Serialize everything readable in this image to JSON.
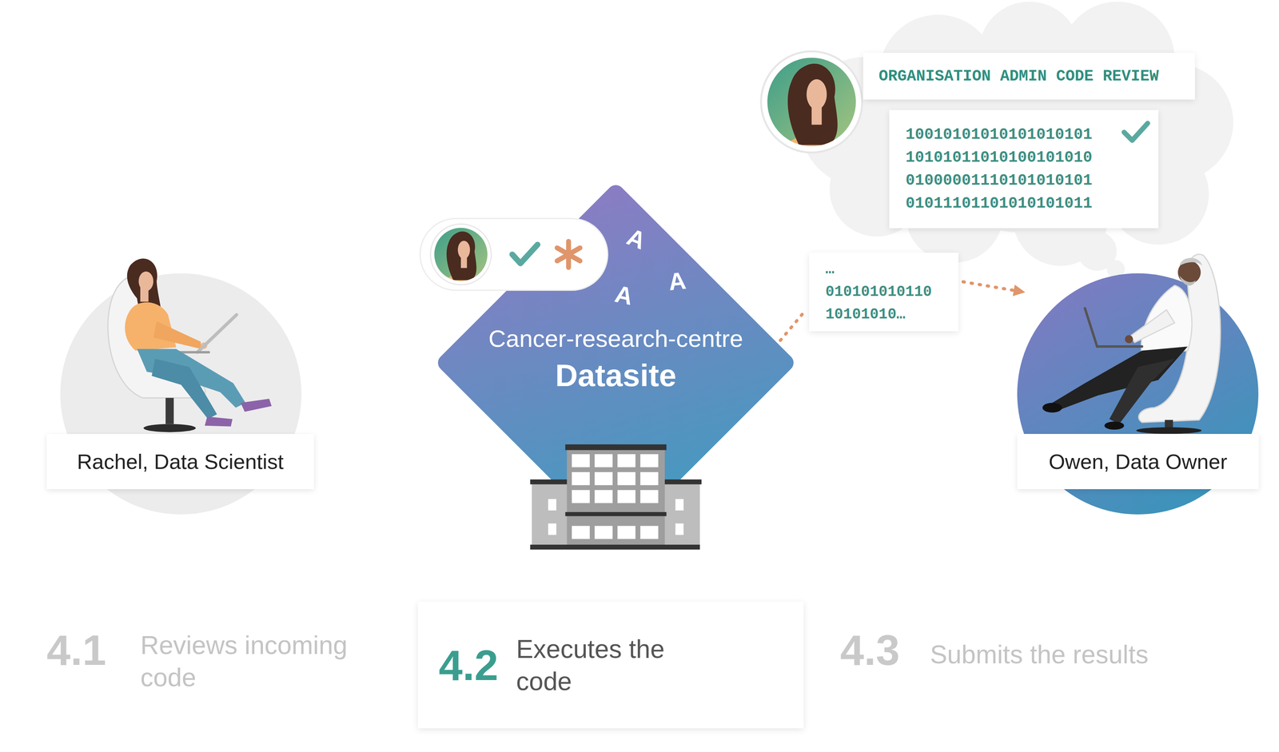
{
  "diagram": {
    "nodes": [
      {
        "text": [
          "Rachel, Data Scientist"
        ]
      },
      {
        "text": [
          "Cancer-research-centre",
          "Datasite"
        ]
      },
      {
        "text": [
          "ORGANISATION ADMIN CODE REVIEW"
        ]
      },
      {
        "text": [
          "10010101010101010101 10101011010100101010 01000001110101010101 01011101101010101011"
        ]
      },
      {
        "text": [
          "… 010101010110 10101010…"
        ]
      },
      {
        "text": [
          "Owen, Data Owner"
        ]
      },
      {
        "text": [
          "4.2",
          "Executes the code"
        ]
      }
    ],
    "edges": [
      {
        "from": 1,
        "to": 4,
        "arrow": "none"
      },
      {
        "from": 4,
        "to": 5,
        "arrow": "to"
      }
    ],
    "labels": [
      "A",
      "A",
      "A",
      "4.1",
      "Reviews incoming code",
      "4.3",
      "Submits the results"
    ]
  }
}
